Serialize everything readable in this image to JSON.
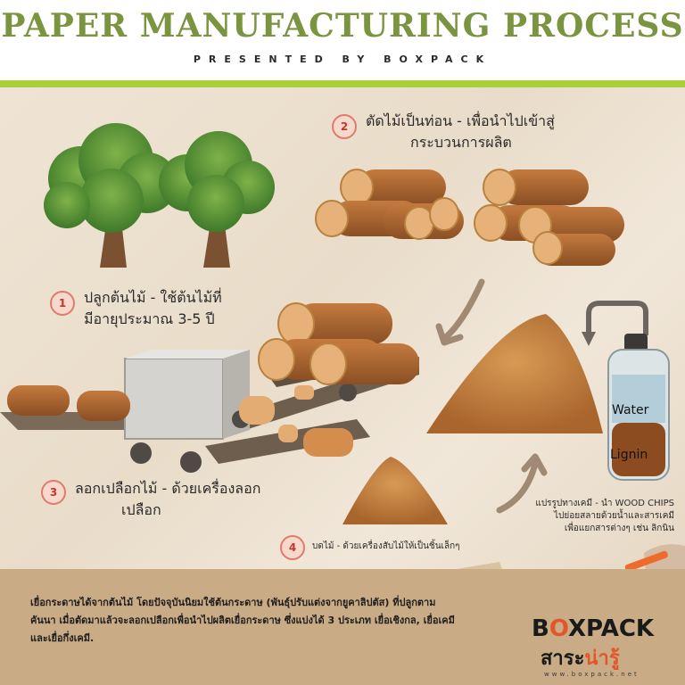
{
  "header": {
    "title": "PAPER MANUFACTURING PROCESS",
    "subtitle": "PRESENTED BY BOXPACK"
  },
  "steps": [
    {
      "number": "1",
      "line1": "ปลูกต้นไม้ - ใช้ต้นไม้ที่",
      "line2": "มีอายุประมาณ 3-5 ปี"
    },
    {
      "number": "2",
      "line1": "ตัดไม้เป็นท่อน - เพื่อนำไปเข้าสู่",
      "line2": "กระบวนการผลิต"
    },
    {
      "number": "3",
      "line1": "ลอกเปลือกไม้ - ด้วยเครื่องลอก",
      "line2": "เปลือก"
    },
    {
      "number": "4",
      "line1": "บดไม้ - ด้วยเครื่องสับไม้ให้เป็นชิ้นเล็กๆ"
    }
  ],
  "chemical": {
    "line1": "แปรรูปทางเคมี - นำ WOOD CHIPS",
    "line2": "ไปย่อยสลายด้วยน้ำและสารเคมี",
    "line3": "เพื่อแยกสารต่างๆ เช่น ลิกนิน",
    "bottle_top": "Water",
    "bottle_bottom": "Lignin"
  },
  "description": "เยื่อกระดาษได้จากต้นไม้ โดยปัจจุบันนิยมใช้ต้นกระดาษ (พันธุ์ปรับแต่งจากยูคาลิปตัส) ที่ปลูกตามคันนา เมื่อตัดมาแล้วจะลอกเปลือกเพื่อนำไปผลิตเยื่อกระดาษ ซึ่งแบ่งได้ 3 ประเภท เยื่อเชิงกล, เยื่อเคมี และเยื่อกึ่งเคมี.",
  "logo": {
    "box": "B",
    "o": "O",
    "rest": "XPACK",
    "sub_a": "สาระ",
    "sub_b": "น่ารู้",
    "url": "www.boxpack.net"
  },
  "colors": {
    "title_green": "#7a9440",
    "accent_bar": "#a9cf3a",
    "badge": "#e07b6b",
    "wood": "#b06a34",
    "brand_orange": "#e2562c"
  }
}
